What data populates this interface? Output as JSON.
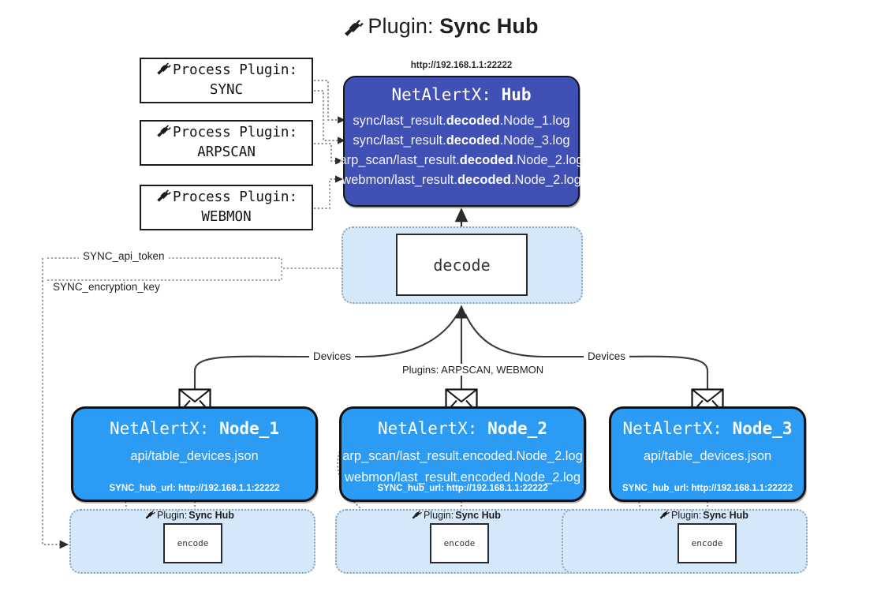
{
  "title": {
    "icon": "plug-icon",
    "prefix": "Plugin:",
    "name": "Sync Hub"
  },
  "process_plugins": [
    {
      "line1": "Process Plugin:",
      "line2": "SYNC",
      "icon": "plug-icon"
    },
    {
      "line1": "Process Plugin:",
      "line2": "ARPSCAN",
      "icon": "plug-icon"
    },
    {
      "line1": "Process Plugin:",
      "line2": "WEBMON",
      "icon": "plug-icon"
    }
  ],
  "hub": {
    "url": "http://192.168.1.1:22222",
    "app": "NetAlertX:",
    "name": "Hub",
    "logs": [
      {
        "pre": "sync/last_result.",
        "em": "decoded",
        "post": ".Node_1.log"
      },
      {
        "pre": "sync/last_result.",
        "em": "decoded",
        "post": ".Node_3.log"
      },
      {
        "pre": "arp_scan/last_result.",
        "em": "decoded",
        "post": ".Node_2.log"
      },
      {
        "pre": "webmon/last_result.",
        "em": "decoded",
        "post": ".Node_2.log"
      }
    ]
  },
  "decode": {
    "label": "decode"
  },
  "secrets": [
    {
      "label": "SYNC_api_token"
    },
    {
      "label": "SYNC_encryption_key"
    }
  ],
  "edges": {
    "devices_left": "Devices",
    "devices_right": "Devices",
    "plugins_center": "Plugins: ARPSCAN, WEBMON"
  },
  "nodes": [
    {
      "app": "NetAlertX:",
      "name": "Node_1",
      "resources": [
        "api/table_devices.json"
      ],
      "hub_url": "SYNC_hub_url: http://192.168.1.1:22222",
      "mail_icon": "envelope-icon"
    },
    {
      "app": "NetAlertX:",
      "name": "Node_2",
      "resources": [
        "arp_scan/last_result.encoded.Node_2.log",
        "webmon/last_result.encoded.Node_2.log"
      ],
      "hub_url": "SYNC_hub_url: http://192.168.1.1:22222",
      "mail_icon": "envelope-icon"
    },
    {
      "app": "NetAlertX:",
      "name": "Node_3",
      "resources": [
        "api/table_devices.json"
      ],
      "hub_url": "SYNC_hub_url: http://192.168.1.1:22222",
      "mail_icon": "envelope-icon"
    }
  ],
  "encoders": [
    {
      "plugin_prefix": "Plugin:",
      "plugin_name": "Sync Hub",
      "label": "encode",
      "icon": "plug-icon"
    },
    {
      "plugin_prefix": "Plugin:",
      "plugin_name": "Sync Hub",
      "label": "encode",
      "icon": "plug-icon"
    },
    {
      "plugin_prefix": "Plugin:",
      "plugin_name": "Sync Hub",
      "label": "encode",
      "icon": "plug-icon"
    }
  ],
  "colors": {
    "hub": "#4050b5",
    "node": "#2b9bf4",
    "container": "#d4e8fa",
    "stroke": "#2a2a2e"
  }
}
